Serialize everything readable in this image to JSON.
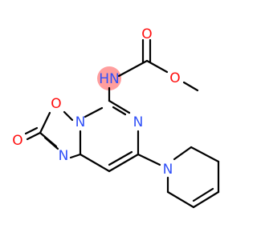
{
  "colors": {
    "background": "#ffffff",
    "bond": "#000000",
    "oxygen": "#ff0d0d",
    "nitrogen": "#3050f8",
    "highlight": "#ff9e9e"
  },
  "atoms": {
    "carbonyl_o": "O",
    "ester_o": "O",
    "carbamate_n": "HN",
    "ring_o": "O",
    "ring_n_fused": "N",
    "ring_n_pyrimidine": "N",
    "oxo_o": "O",
    "imine_n": "N",
    "piperidine_n": "N"
  }
}
